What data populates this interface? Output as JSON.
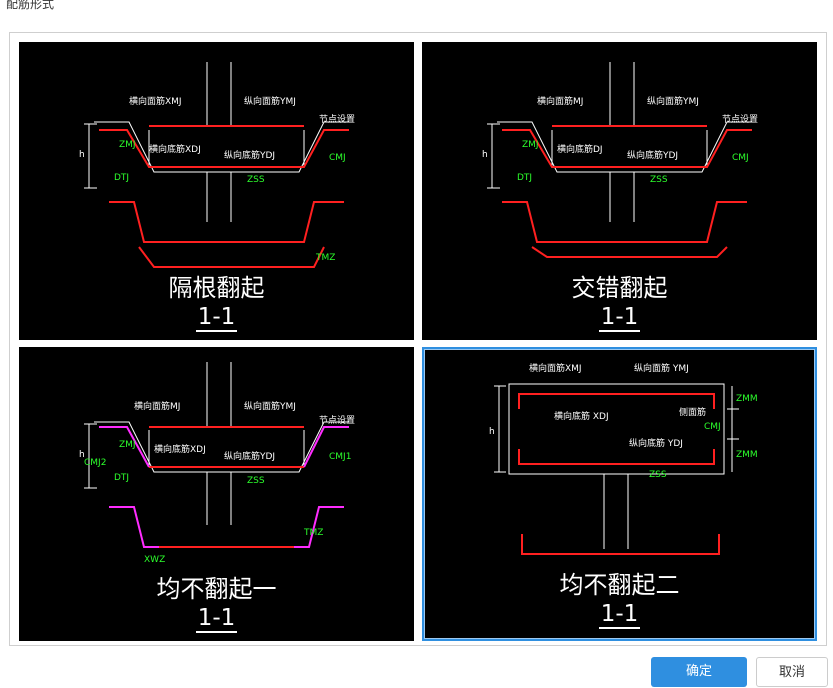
{
  "dialog": {
    "title": "配筋形式"
  },
  "options": [
    {
      "caption": "隔根翻起",
      "section": "1-1",
      "labels": {
        "top_x": "横向面筋XMJ",
        "top_y": "纵向面筋YMJ",
        "bot_x": "横向底筋XDJ",
        "bot_y": "纵向底筋YDJ",
        "h": "h",
        "ang": "DTJ",
        "side_left": "ZMJ",
        "cmj": "CMJ",
        "sec_left": "ZSS",
        "range": "节点设置",
        "xwz": "TMZ"
      }
    },
    {
      "caption": "交错翻起",
      "section": "1-1",
      "labels": {
        "top_x": "横向面筋MJ",
        "top_y": "纵向面筋YMJ",
        "bot_x": "横向底筋DJ",
        "bot_y": "纵向底筋YDJ",
        "h": "h",
        "ang": "DTJ",
        "side_left": "ZMJ",
        "cmj": "CMJ",
        "sec_left": "ZSS",
        "range": "节点设置"
      }
    },
    {
      "caption": "均不翻起一",
      "section": "1-1",
      "labels": {
        "top_x": "横向面筋MJ",
        "top_y": "纵向面筋YMJ",
        "bot_x": "横向底筋XDJ",
        "bot_y": "纵向底筋YDJ",
        "h": "h",
        "ang": "DTJ",
        "side_left": "ZMJ",
        "cmj2": "CMJ2",
        "cmj1": "CMJ1",
        "sec_left": "ZSS",
        "range": "节点设置",
        "xwz": "XWZ",
        "tmz": "TMZ"
      }
    },
    {
      "caption": "均不翻起二",
      "section": "1-1",
      "labels": {
        "top_x": "横向面筋XMJ",
        "top_y": "纵向面筋 YMJ",
        "bot_x": "横向底筋 XDJ",
        "bot_y": "纵向底筋 YDJ",
        "h": "h",
        "side_top": "ZMM",
        "side_bot": "ZMM",
        "cmj": "CMJ",
        "mid": "侧面筋",
        "sec_left": "ZSS"
      }
    }
  ],
  "buttons": {
    "ok": "确定",
    "cancel": "取消"
  }
}
